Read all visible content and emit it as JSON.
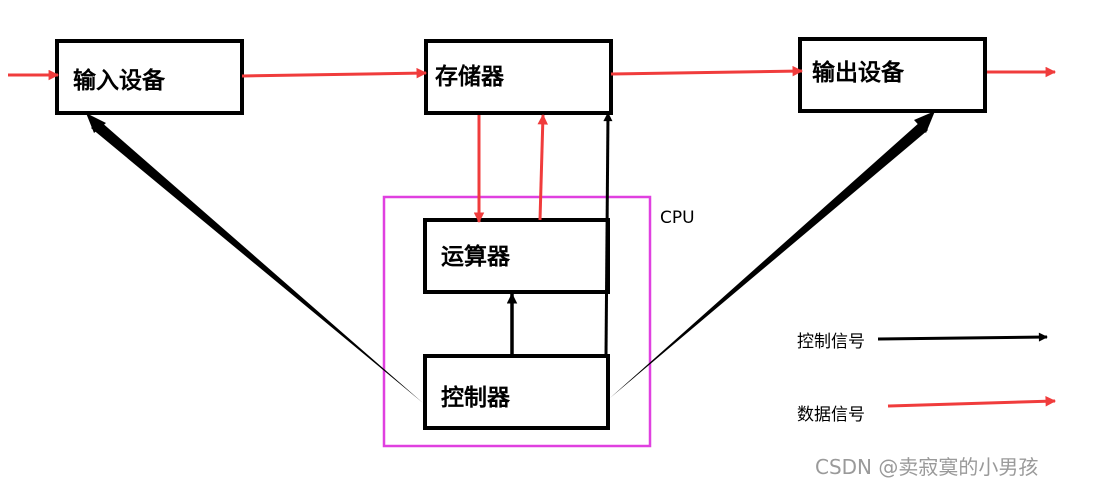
{
  "diagram": {
    "nodes": {
      "input": "输入设备",
      "memory": "存储器",
      "output": "输出设备",
      "alu": "运算器",
      "controller": "控制器"
    },
    "cpu_label": "CPU",
    "legend": {
      "control": "控制信号",
      "data": "数据信号"
    }
  },
  "colors": {
    "data_arrow": "#f03c3c",
    "control_arrow": "#000000",
    "cpu_border": "#e040e0",
    "box_border": "#000000",
    "watermark": "#9a9a9a"
  },
  "watermark": "CSDN @卖寂寞的小男孩"
}
